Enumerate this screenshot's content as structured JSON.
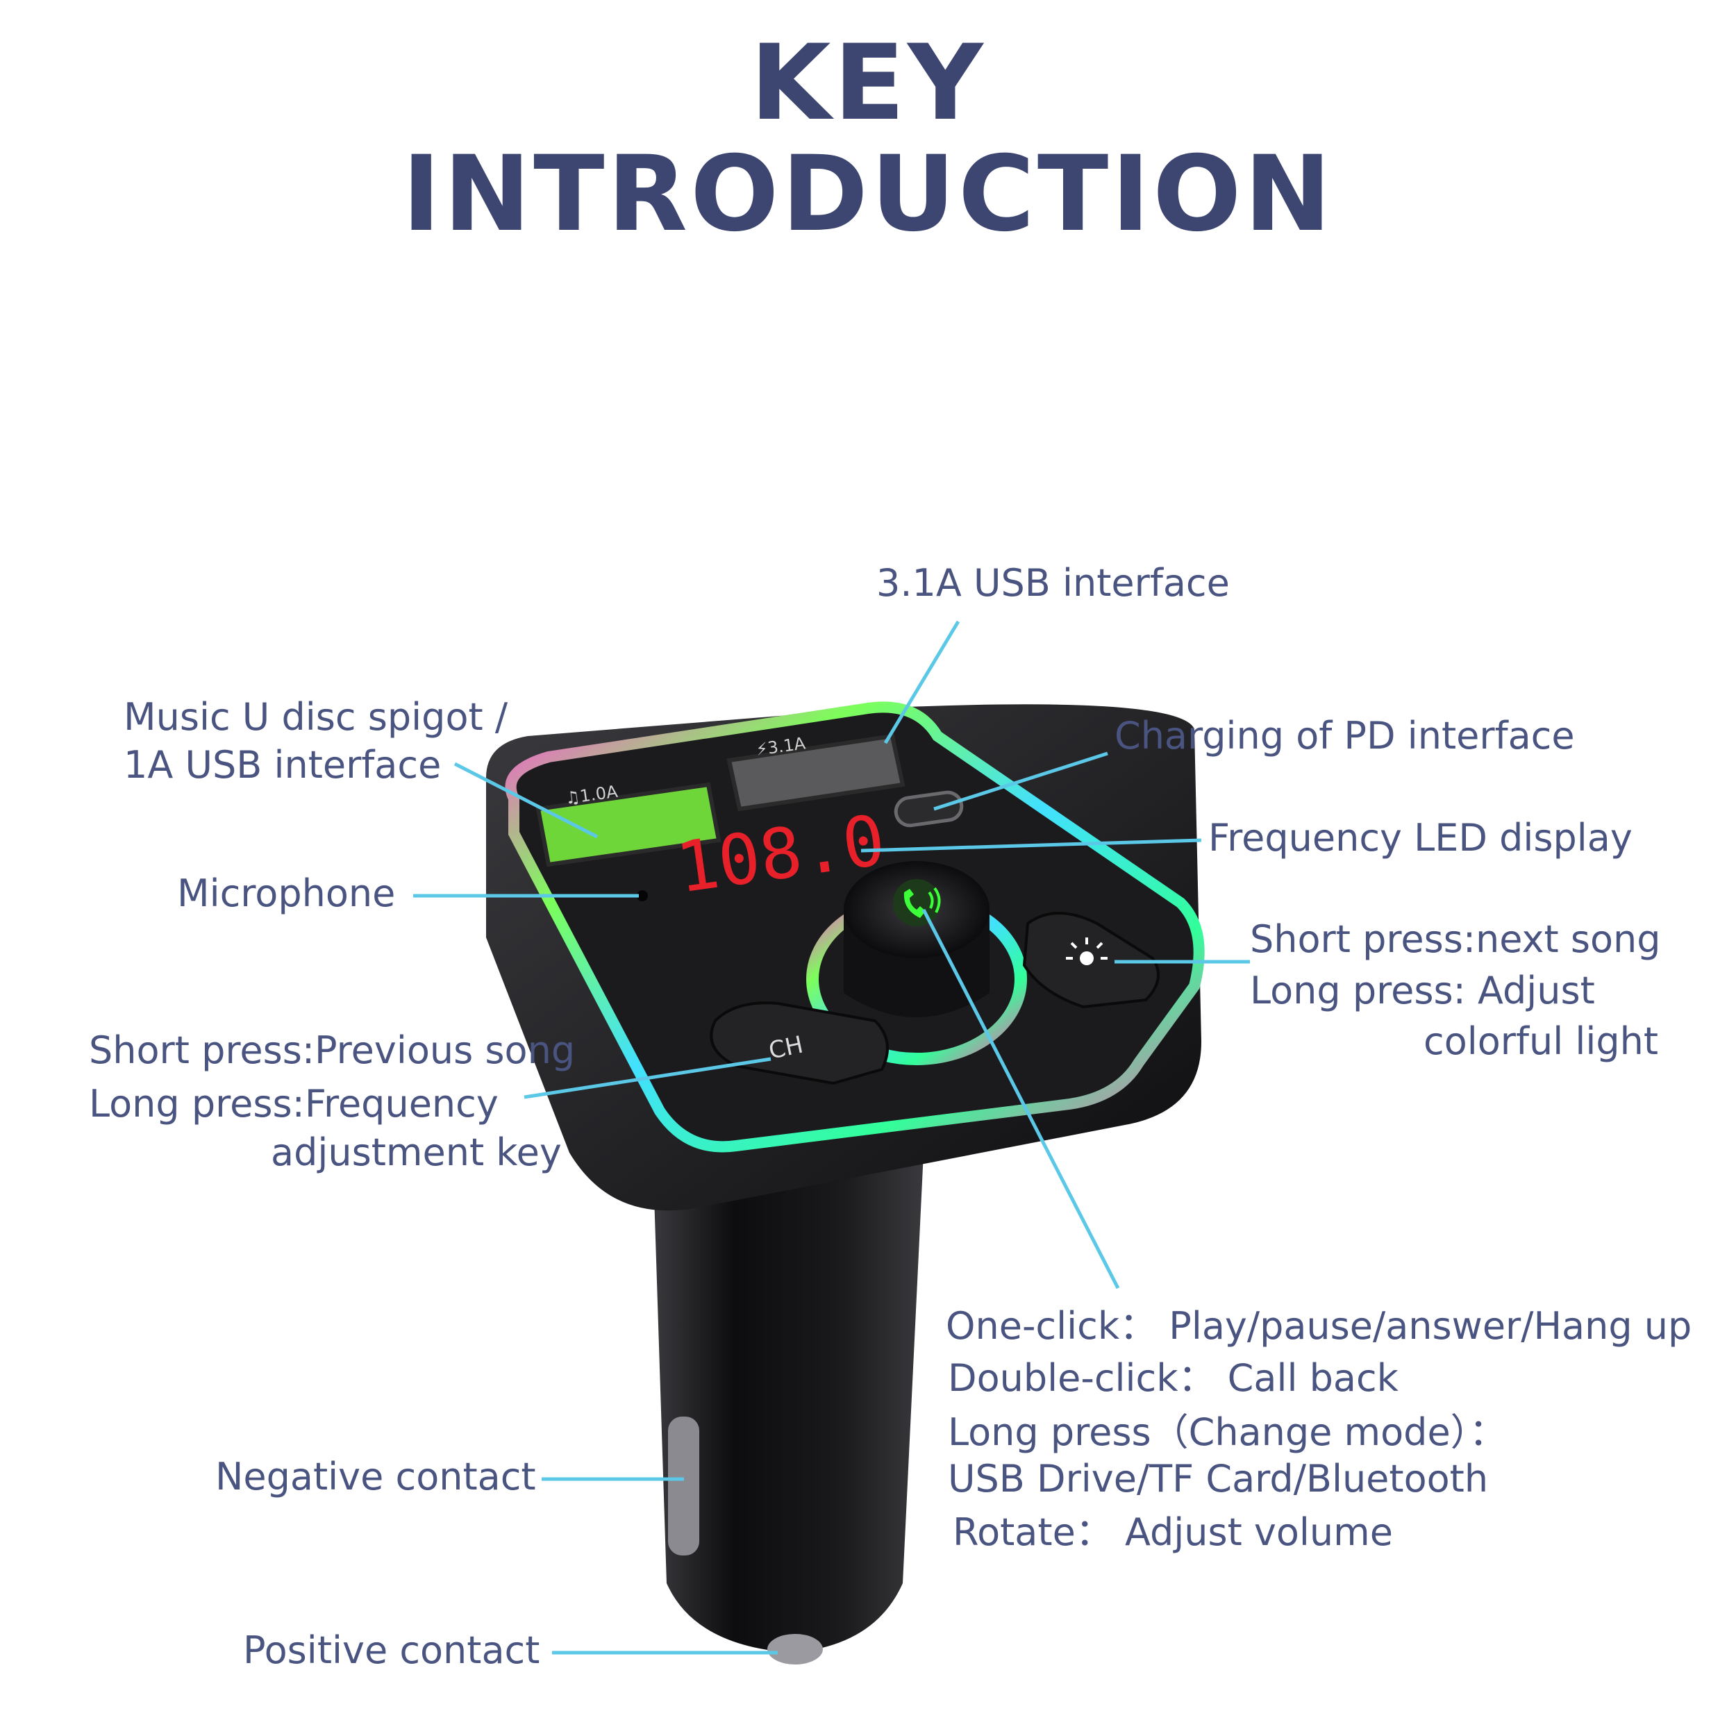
{
  "title": {
    "line1": "KEY",
    "line2": "INTRODUCTION"
  },
  "device": {
    "display_value": "108.0",
    "usb1_label": "♫1.0A",
    "usb2_label": "⚡3.1A",
    "ch_label": "CH",
    "light_icon": "lightbulb-icon",
    "phone_icon": "phone-icon"
  },
  "labels": {
    "usb31": "3.1A USB interface",
    "music_line1": "Music U disc spigot /",
    "music_line2": "1A USB interface",
    "pd": "Charging of PD interface",
    "led": "Frequency LED display",
    "mic": "Microphone",
    "next_line1": "Short press:next song",
    "next_line2": "Long press: Adjust",
    "next_line3": "colorful light",
    "prev_line1": "Short press:Previous song",
    "prev_line2": "Long press:Frequency",
    "prev_line3": "adjustment key",
    "knob_line1": "One-click： Play/pause/answer/Hang up",
    "knob_line2": "Double-click： Call back",
    "knob_line3": "Long press（Change mode）：",
    "knob_line4": "USB Drive/TF Card/Bluetooth",
    "knob_line5": "Rotate： Adjust volume",
    "negative": "Negative contact",
    "positive": "Positive contact"
  },
  "colors": {
    "title": "#3d4670",
    "label": "#4a5480",
    "leader": "#5bc8e8",
    "display": "#e8202a"
  }
}
